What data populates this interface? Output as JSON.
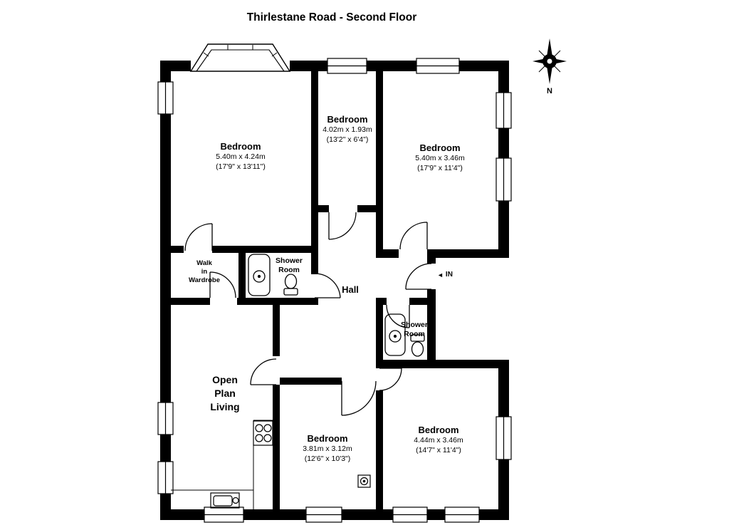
{
  "title": "Thirlestane Road - Second Floor",
  "compass": {
    "north_label": "N"
  },
  "entrance": {
    "label": "IN",
    "arrow": "◄"
  },
  "rooms": {
    "bedroom_top_left": {
      "name": "Bedroom",
      "metric": "5.40m x 4.24m",
      "imperial": "(17'9\" x 13'11\")"
    },
    "bedroom_top_middle": {
      "name": "Bedroom",
      "metric": "4.02m x 1.93m",
      "imperial": "(13'2\" x 6'4\")"
    },
    "bedroom_top_right": {
      "name": "Bedroom",
      "metric": "5.40m x 3.46m",
      "imperial": "(17'9\" x 11'4\")"
    },
    "walk_in_wardrobe": {
      "line1": "Walk",
      "line2": "in",
      "line3": "Wardrobe"
    },
    "shower_room_left": {
      "line1": "Shower",
      "line2": "Room"
    },
    "hall": {
      "name": "Hall"
    },
    "shower_room_right": {
      "line1": "Shower",
      "line2": "Room"
    },
    "open_plan_living": {
      "line1": "Open",
      "line2": "Plan",
      "line3": "Living"
    },
    "bedroom_bottom_middle": {
      "name": "Bedroom",
      "metric": "3.81m x 3.12m",
      "imperial": "(12'6\" x 10'3\")"
    },
    "bedroom_bottom_right": {
      "name": "Bedroom",
      "metric": "4.44m x 3.46m",
      "imperial": "(14'7\" x 11'4\")"
    }
  },
  "colors": {
    "wall": "#000000",
    "background": "#ffffff"
  }
}
